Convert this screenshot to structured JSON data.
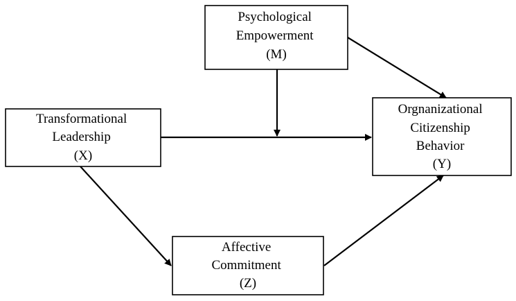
{
  "nodes": {
    "psychological_empowerment": {
      "lines": [
        "Psychological",
        "Empowerment",
        "(M)"
      ]
    },
    "transformational_leadership": {
      "lines": [
        "Transformational",
        "Leadership",
        "(X)"
      ]
    },
    "organizational_citizenship_behavior": {
      "lines": [
        "Orgnanizational",
        "Citizenship",
        "Behavior",
        "(Y)"
      ]
    },
    "affective_commitment": {
      "lines": [
        "Affective",
        "Commitment",
        "(Z)"
      ]
    }
  },
  "edges": [
    {
      "from": "transformational_leadership",
      "to": "organizational_citizenship_behavior",
      "type": "direct"
    },
    {
      "from": "transformational_leadership",
      "to": "affective_commitment",
      "type": "path"
    },
    {
      "from": "affective_commitment",
      "to": "organizational_citizenship_behavior",
      "type": "path"
    },
    {
      "from": "psychological_empowerment",
      "to": "organizational_citizenship_behavior",
      "type": "path"
    },
    {
      "from": "psychological_empowerment",
      "to": "transformational_leadership->organizational_citizenship_behavior",
      "type": "moderation"
    }
  ],
  "colors": {
    "stroke": "#000000",
    "background": "#ffffff"
  }
}
